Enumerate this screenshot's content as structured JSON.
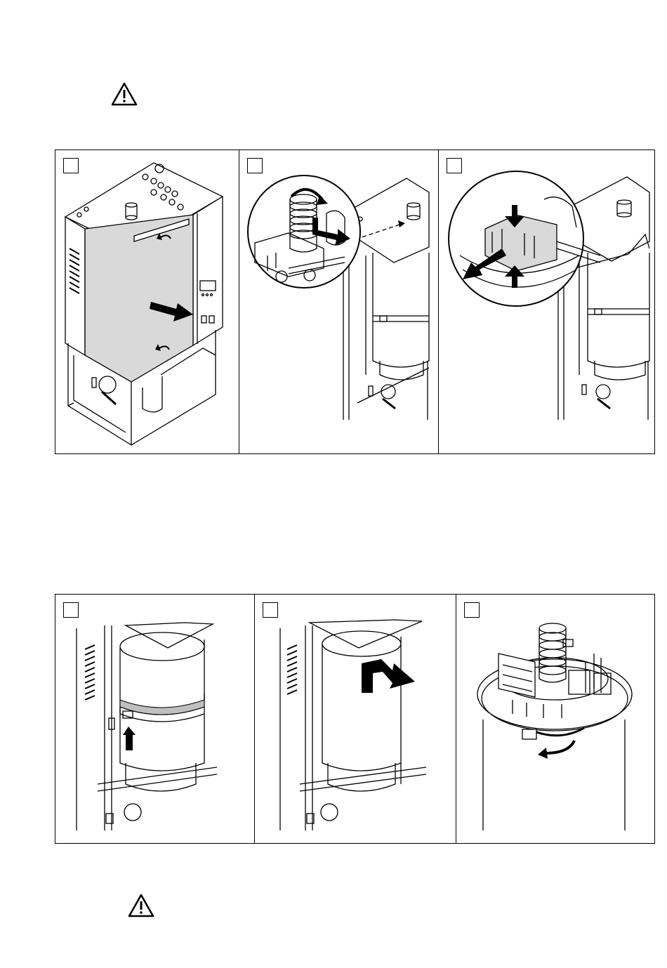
{
  "page": {
    "top_warning_icon": "warning-triangle-icon",
    "bottom_warning_icon": "warning-triangle-icon"
  },
  "rows": [
    {
      "panels": [
        {
          "illustration": "unit-front-cover-removal",
          "icons": [
            "rotate-arrow-icon",
            "pull-arrow-icon"
          ]
        },
        {
          "illustration": "steam-hose-detach-detail",
          "icons": [
            "rotate-arrow-icon",
            "pull-arrow-icon"
          ]
        },
        {
          "illustration": "connector-unplug-detail",
          "icons": [
            "press-arrow-icon",
            "pull-arrow-icon"
          ]
        }
      ]
    },
    {
      "panels": [
        {
          "illustration": "cylinder-clamp-release",
          "icons": [
            "up-arrow-icon"
          ]
        },
        {
          "illustration": "cylinder-removal",
          "icons": [
            "lift-out-arrow-icon"
          ]
        },
        {
          "illustration": "cylinder-top-clamp",
          "icons": [
            "rotate-arrow-icon"
          ]
        }
      ]
    }
  ],
  "colors": {
    "line": "#000000",
    "cover_shade": "#d9d9d9",
    "band_shade": "#bfbfbf",
    "background": "#ffffff"
  }
}
